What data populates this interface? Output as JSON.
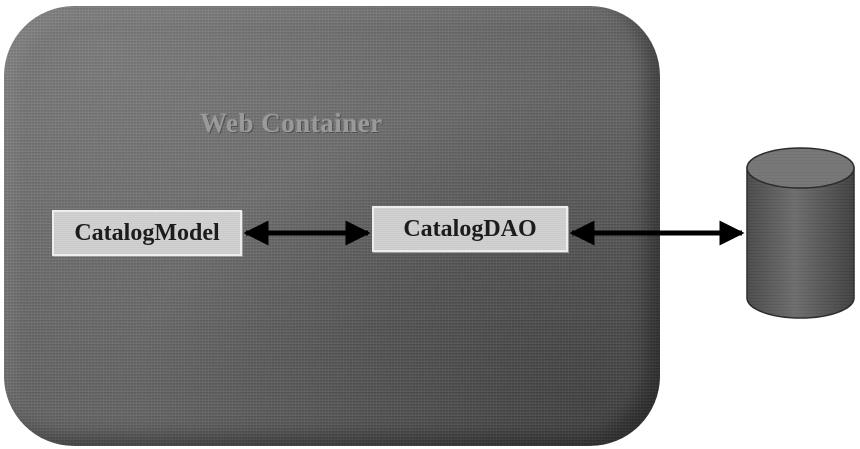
{
  "diagram": {
    "container_label": "Web Container",
    "components": [
      {
        "label": "CatalogModel"
      },
      {
        "label": "CatalogDAO"
      }
    ],
    "connections": [
      {
        "from": "CatalogModel",
        "to": "CatalogDAO",
        "type": "bidirectional"
      },
      {
        "from": "CatalogDAO",
        "to": "database",
        "type": "bidirectional"
      }
    ]
  },
  "icons": {
    "database": "database-cylinder-icon",
    "arrow": "double-headed-arrow-icon"
  },
  "colors": {
    "container_fill": "#636363",
    "component_fill": "#d6d6d6",
    "component_text": "#1c1c1c",
    "container_text": "#9a9a9a",
    "arrow": "#000000",
    "database_fill": "#5a5a5a"
  }
}
